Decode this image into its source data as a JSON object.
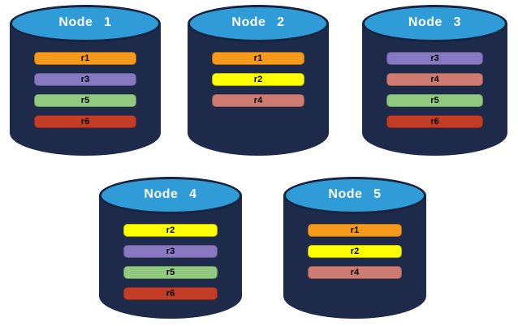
{
  "diagram": {
    "colors": {
      "background": "#FFFFFF",
      "node_body": "#1E2A4A",
      "node_top": "#2F9CD8",
      "node_outline": "#17233F",
      "node_title_text": "#FFFFFF",
      "replica_text": "#000000"
    },
    "replica_palette": {
      "r1": "#F79A1B",
      "r2": "#FFFF00",
      "r3": "#8779C1",
      "r4": "#CE7C72",
      "r5": "#90C97F",
      "r6": "#C33C26"
    },
    "nodes": [
      {
        "name": "Node 1",
        "replicas": [
          {
            "label": "r1",
            "color": "#F79A1B"
          },
          {
            "label": "r3",
            "color": "#8779C1"
          },
          {
            "label": "r5",
            "color": "#90C97F"
          },
          {
            "label": "r6",
            "color": "#C33C26"
          }
        ]
      },
      {
        "name": "Node 2",
        "replicas": [
          {
            "label": "r1",
            "color": "#F79A1B"
          },
          {
            "label": "r2",
            "color": "#FFFF00"
          },
          {
            "label": "r4",
            "color": "#CE7C72"
          }
        ]
      },
      {
        "name": "Node 3",
        "replicas": [
          {
            "label": "r3",
            "color": "#8779C1"
          },
          {
            "label": "r4",
            "color": "#CE7C72"
          },
          {
            "label": "r5",
            "color": "#90C97F"
          },
          {
            "label": "r6",
            "color": "#C33C26"
          }
        ]
      },
      {
        "name": "Node 4",
        "replicas": [
          {
            "label": "r2",
            "color": "#FFFF00"
          },
          {
            "label": "r3",
            "color": "#8779C1"
          },
          {
            "label": "r5",
            "color": "#90C97F"
          },
          {
            "label": "r6",
            "color": "#C33C26"
          }
        ]
      },
      {
        "name": "Node 5",
        "replicas": [
          {
            "label": "r1",
            "color": "#F79A1B"
          },
          {
            "label": "r2",
            "color": "#FFFF00"
          },
          {
            "label": "r4",
            "color": "#CE7C72"
          }
        ]
      }
    ]
  }
}
